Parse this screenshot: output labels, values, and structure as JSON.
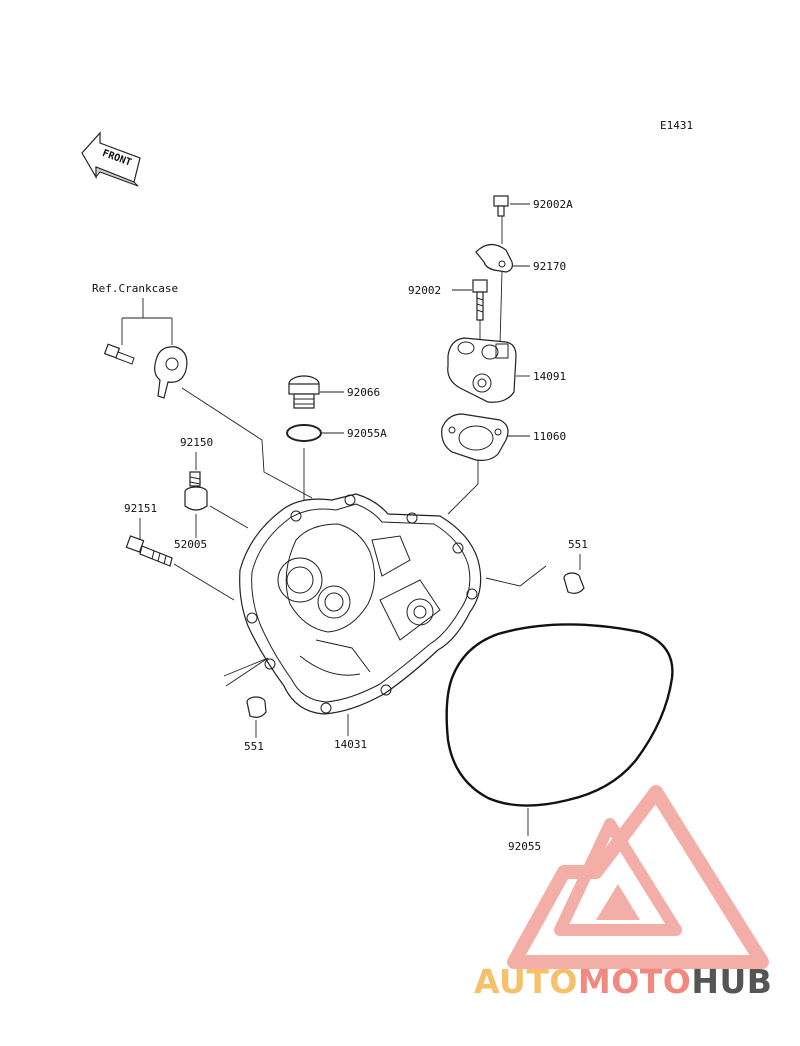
{
  "diagram_code": "E1431",
  "front_label": "FRONT",
  "ref_label": "Ref.Crankcase",
  "parts": {
    "p92002A": "92002A",
    "p92170": "92170",
    "p92002": "92002",
    "p14091": "14091",
    "p92066": "92066",
    "p92055A": "92055A",
    "p11060": "11060",
    "p92150": "92150",
    "p92151": "92151",
    "p52005": "52005",
    "p551_right": "551",
    "p551_left": "551",
    "p14031": "14031",
    "p92055": "92055"
  },
  "watermark": {
    "part1": "AUTO",
    "part2": "MOTO",
    "part3": "HUB",
    "color_auto": "#f5c26b",
    "color_moto": "#f08a80",
    "color_hub": "#555555",
    "color_triangle": "#f2a09a"
  }
}
